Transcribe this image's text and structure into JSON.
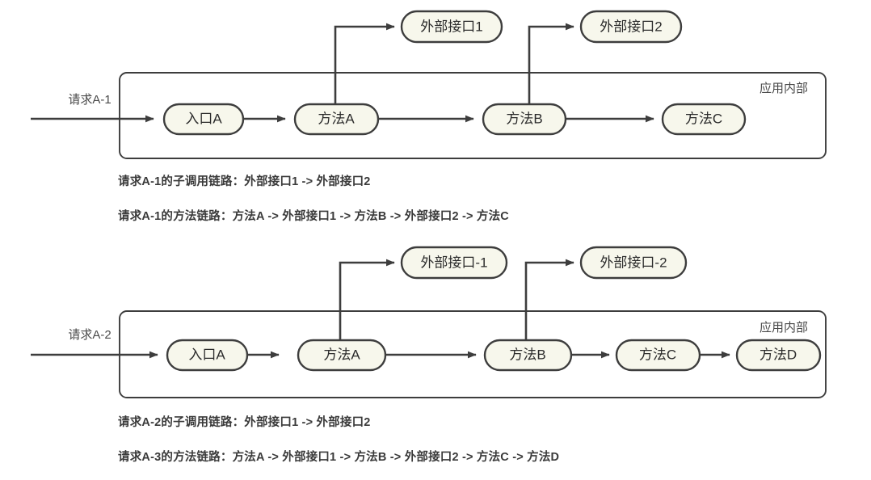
{
  "page": {
    "background": "#ffffff",
    "node_fill": "#f7f7ec",
    "node_stroke": "#3d3d3d",
    "container_fill": "#ffffff",
    "text_color": "#2b2b2b",
    "caption_color": "#3a3a3a"
  },
  "diagrams": [
    {
      "id": "diagram-top",
      "request_label": "请求A-1",
      "container_label": "应用内部",
      "internal_nodes": [
        {
          "id": "entry-a",
          "label": "入口A"
        },
        {
          "id": "method-a",
          "label": "方法A"
        },
        {
          "id": "method-b",
          "label": "方法B"
        },
        {
          "id": "method-c",
          "label": "方法C"
        }
      ],
      "external_nodes": [
        {
          "id": "ext-1",
          "label": "外部接口1"
        },
        {
          "id": "ext-2",
          "label": "外部接口2"
        }
      ],
      "captions": [
        "请求A-1的子调用链路：外部接口1 -> 外部接口2",
        "请求A-1的方法链路：方法A -> 外部接口1 -> 方法B -> 外部接口2 -> 方法C"
      ]
    },
    {
      "id": "diagram-bottom",
      "request_label": "请求A-2",
      "container_label": "应用内部",
      "internal_nodes": [
        {
          "id": "entry-a",
          "label": "入口A"
        },
        {
          "id": "method-a",
          "label": "方法A"
        },
        {
          "id": "method-b",
          "label": "方法B"
        },
        {
          "id": "method-c",
          "label": "方法C"
        },
        {
          "id": "method-d",
          "label": "方法D"
        }
      ],
      "external_nodes": [
        {
          "id": "ext-1",
          "label": "外部接口-1"
        },
        {
          "id": "ext-2",
          "label": "外部接口-2"
        }
      ],
      "captions": [
        "请求A-2的子调用链路：外部接口1 -> 外部接口2",
        "请求A-3的方法链路：方法A -> 外部接口1 -> 方法B -> 外部接口2 -> 方法C -> 方法D"
      ]
    }
  ]
}
